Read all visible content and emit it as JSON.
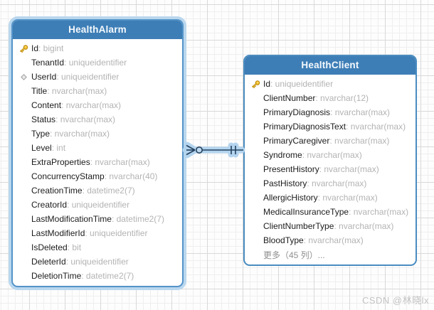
{
  "diagram": {
    "type": "database-entity-relationship-diagram"
  },
  "tables": [
    {
      "name": "HealthAlarm",
      "selected": true,
      "columns": [
        {
          "icon": "key",
          "name": "Id",
          "type": "bigint"
        },
        {
          "icon": null,
          "name": "TenantId",
          "type": "uniqueidentifier"
        },
        {
          "icon": "diamond",
          "name": "UserId",
          "type": "uniqueidentifier"
        },
        {
          "icon": null,
          "name": "Title",
          "type": "nvarchar(max)"
        },
        {
          "icon": null,
          "name": "Content",
          "type": "nvarchar(max)"
        },
        {
          "icon": null,
          "name": "Status",
          "type": "nvarchar(max)"
        },
        {
          "icon": null,
          "name": "Type",
          "type": "nvarchar(max)"
        },
        {
          "icon": null,
          "name": "Level",
          "type": "int"
        },
        {
          "icon": null,
          "name": "ExtraProperties",
          "type": "nvarchar(max)"
        },
        {
          "icon": null,
          "name": "ConcurrencyStamp",
          "type": "nvarchar(40)"
        },
        {
          "icon": null,
          "name": "CreationTime",
          "type": "datetime2(7)"
        },
        {
          "icon": null,
          "name": "CreatorId",
          "type": "uniqueidentifier"
        },
        {
          "icon": null,
          "name": "LastModificationTime",
          "type": "datetime2(7)"
        },
        {
          "icon": null,
          "name": "LastModifierId",
          "type": "uniqueidentifier"
        },
        {
          "icon": null,
          "name": "IsDeleted",
          "type": "bit"
        },
        {
          "icon": null,
          "name": "DeleterId",
          "type": "uniqueidentifier"
        },
        {
          "icon": null,
          "name": "DeletionTime",
          "type": "datetime2(7)"
        }
      ]
    },
    {
      "name": "HealthClient",
      "selected": false,
      "columns": [
        {
          "icon": "key",
          "name": "Id",
          "type": "uniqueidentifier"
        },
        {
          "icon": null,
          "name": "ClientNumber",
          "type": "nvarchar(12)"
        },
        {
          "icon": null,
          "name": "PrimaryDiagnosis",
          "type": "nvarchar(max)"
        },
        {
          "icon": null,
          "name": "PrimaryDiagnosisText",
          "type": "nvarchar(max)"
        },
        {
          "icon": null,
          "name": "PrimaryCaregiver",
          "type": "nvarchar(max)"
        },
        {
          "icon": null,
          "name": "Syndrome",
          "type": "nvarchar(max)"
        },
        {
          "icon": null,
          "name": "PresentHistory",
          "type": "nvarchar(max)"
        },
        {
          "icon": null,
          "name": "PastHistory",
          "type": "nvarchar(max)"
        },
        {
          "icon": null,
          "name": "AllergicHistory",
          "type": "nvarchar(max)"
        },
        {
          "icon": null,
          "name": "MedicalInsuranceType",
          "type": "nvarchar(max)"
        },
        {
          "icon": null,
          "name": "ClientNumberType",
          "type": "nvarchar(max)"
        },
        {
          "icon": null,
          "name": "BloodType",
          "type": "nvarchar(max)"
        }
      ],
      "more_text": "更多（45 列）..."
    }
  ],
  "relationship": {
    "from_table": "HealthAlarm",
    "from_cardinality": "zero-or-many",
    "to_table": "HealthClient",
    "to_cardinality": "one",
    "selected": true
  },
  "watermark": "CSDN @林晓lx",
  "colors": {
    "header_blue": "#3e7eb6",
    "border_blue": "#4a8cc0",
    "selection_glow": "#b9d7ee",
    "field_name": "#1c1c1c",
    "field_type": "#b3b3b3",
    "connector_line": "#24415e",
    "connector_halo": "#b3d4ee",
    "key_icon_gold": "#f2c12e",
    "grid_major": "#d9d9d9",
    "grid_minor": "#efefef"
  }
}
